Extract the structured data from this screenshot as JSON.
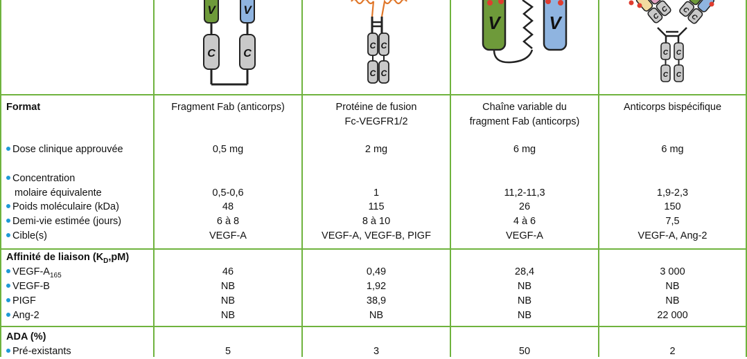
{
  "columns": [
    {
      "format": "Fragment Fab (anticorps)",
      "dose": "0,5 mg",
      "molar": "0,5-0,6",
      "weight": "48",
      "halflife": "6 à 8",
      "target": "VEGF-A",
      "vegfa165": "46",
      "vegfb": "NB",
      "pigf": "NB",
      "ang2": "NB",
      "ada_pre": "5"
    },
    {
      "format": "Protéine de fusion Fc-VEGFR1/2",
      "format_line1": "Protéine de fusion",
      "format_line2": "Fc-VEGFR1/2",
      "dose": "2 mg",
      "molar": "1",
      "weight": "115",
      "halflife": "8 à 10",
      "target": "VEGF-A, VEGF-B, PIGF",
      "vegfa165": "0,49",
      "vegfb": "1,92",
      "pigf": "38,9",
      "ang2": "NB",
      "ada_pre": "3"
    },
    {
      "format": "Chaîne variable du fragment Fab (anticorps)",
      "format_line1": "Chaîne variable du",
      "format_line2": "fragment Fab (anticorps)",
      "dose": "6 mg",
      "molar": "11,2-11,3",
      "weight": "26",
      "halflife": "4 à 6",
      "target": "VEGF-A",
      "vegfa165": "28,4",
      "vegfb": "NB",
      "pigf": "NB",
      "ang2": "NB",
      "ada_pre": "50"
    },
    {
      "format": "Anticorps bispécifique",
      "dose": "6 mg",
      "molar": "1,9-2,3",
      "weight": "150",
      "halflife": "7,5",
      "target": "VEGF-A, Ang-2",
      "vegfa165": "3 000",
      "vegfb": "NB",
      "pigf": "NB",
      "ang2": "22 000",
      "ada_pre": "2"
    }
  ],
  "rows": {
    "format": "Format",
    "dose": "Dose clinique approuvée",
    "molar_line1": "Concentration",
    "molar_line2": "molaire équivalente",
    "weight": "Poids moléculaire (kDa)",
    "halflife": "Demi-vie estimée (jours)",
    "target": "Cible(s)",
    "affinity_header": "Affinité de liaison (K",
    "affinity_sub": "D",
    "affinity_tail": ",pM)",
    "vegfa": "VEGF-A",
    "vegfa_sub": "165",
    "vegfb": "VEGF-B",
    "pigf": "PIGF",
    "ang2": "Ang-2",
    "ada_header": "ADA (%)",
    "ada_pre": "Pré-existants"
  },
  "diagram_letters": {
    "v": "V",
    "c": "C"
  },
  "colors": {
    "grid": "#6fb33e",
    "bullet": "#1e9ad6",
    "v_green": "#6e9a3a",
    "v_blue": "#8fb4e0",
    "c_grey": "#c9c9c9",
    "linker_orange": "#e0772a",
    "point_red": "#e03c2f"
  }
}
